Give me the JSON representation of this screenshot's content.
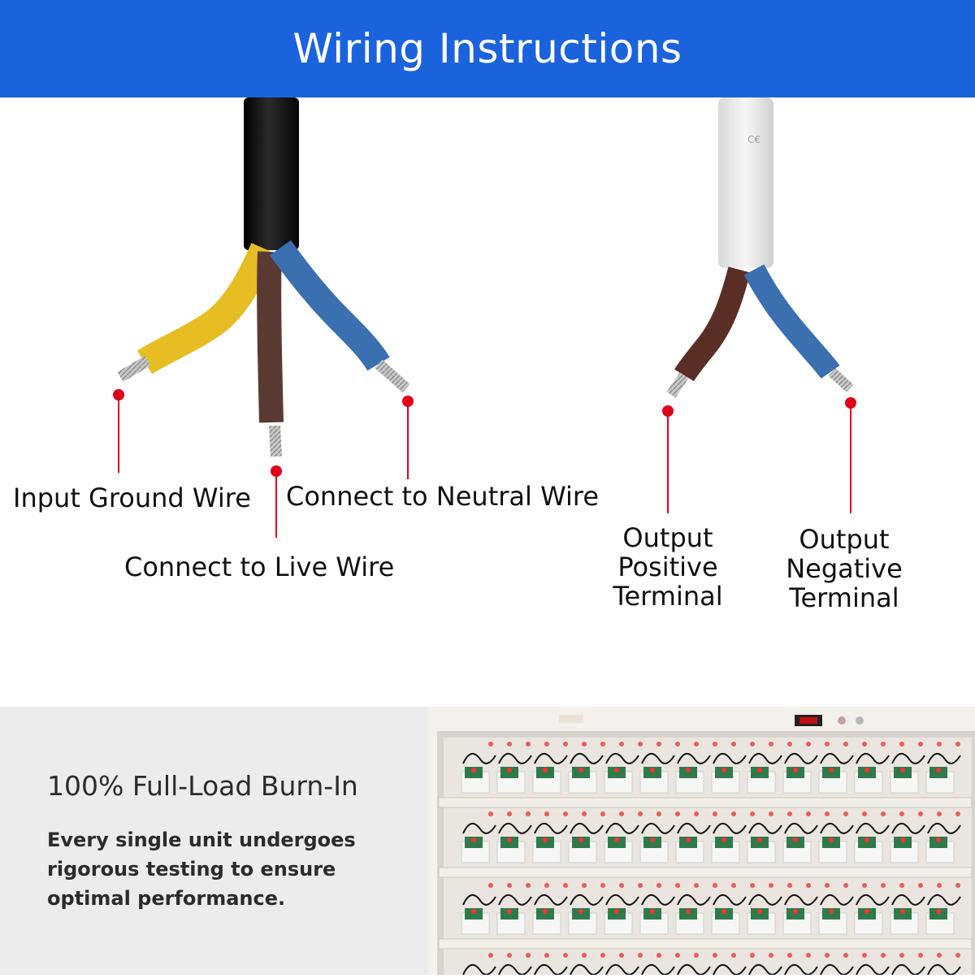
{
  "header": {
    "title": "Wiring Instructions"
  },
  "labels": {
    "input_ground": "Input Ground Wire",
    "neutral": "Connect to Neutral Wire",
    "live": "Connect to Live Wire",
    "output_positive": [
      "Output",
      "Positive",
      "Terminal"
    ],
    "output_negative": [
      "Output",
      "Negative",
      "Terminal"
    ]
  },
  "burn_in": {
    "title": "100% Full-Load Burn-In",
    "description": "Every single unit undergoes rigorous testing to ensure optimal performance."
  },
  "colors": {
    "header_bg": "#1a63dd",
    "marker_red": "#e0001a",
    "wire_yellow": "#e6bd22",
    "wire_brown": "#5a3a33",
    "wire_blue": "#3a6fb0",
    "cable_black": "#111111",
    "cable_white": "#eeeeee"
  }
}
